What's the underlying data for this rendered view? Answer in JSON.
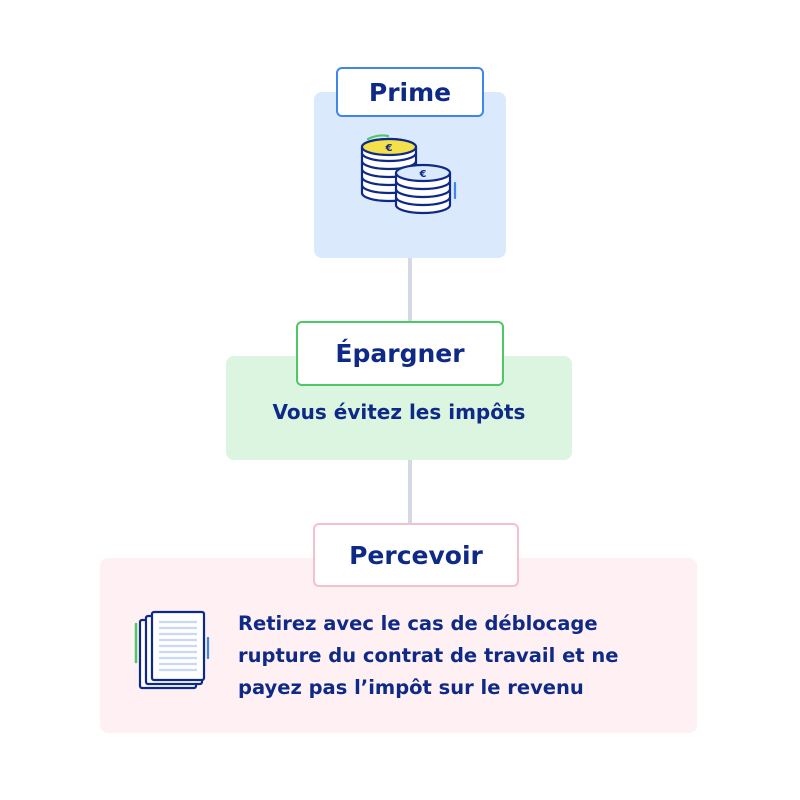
{
  "diagram": {
    "steps": [
      {
        "id": "prime",
        "title": "Prime",
        "icon": "coins-euro-icon"
      },
      {
        "id": "epargner",
        "title": "Épargner",
        "text": "Vous évitez les impôts"
      },
      {
        "id": "percevoir",
        "title": "Percevoir",
        "icon": "documents-icon",
        "text_lines": [
          "Retirez avec le cas de déblocage",
          "rupture du contrat de travail et ne",
          "payez pas l’impôt sur le revenu"
        ]
      }
    ],
    "colors": {
      "text": "#0f2a86",
      "prime_panel": "#dbe9fd",
      "prime_border": "#3f86ea",
      "epargner_panel": "#dbf5e1",
      "epargner_border": "#4cc864",
      "percevoir_panel": "#fef0f3",
      "percevoir_border": "#f5bfcc",
      "connector": "#d5d9e6",
      "coin_gold": "#f4e04a"
    }
  }
}
